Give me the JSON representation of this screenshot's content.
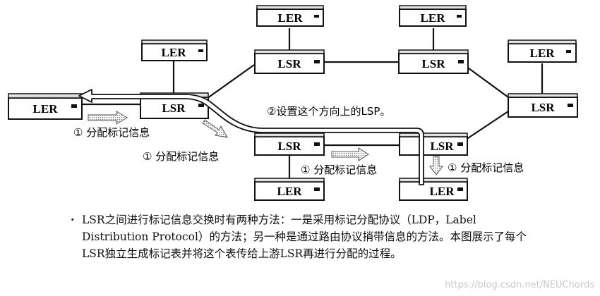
{
  "routers": {
    "ler_left": "LER",
    "lsr_left": "LSR",
    "ler_above_left": "LER",
    "lsr_top_a": "LSR",
    "ler_top_a": "LER",
    "lsr_top_b": "LSR",
    "ler_top_b": "LER",
    "ler_right_top": "LER",
    "lsr_right": "LSR",
    "lsr_mid": "LSR",
    "ler_bottom_mid": "LER",
    "lsr_mid_right": "LSR",
    "ler_bottom_right": "LER"
  },
  "annotations": {
    "set_lsp": "②设置这个方向上的LSP。",
    "distribute_1": "① 分配标记信息",
    "distribute_2": "① 分配标记信息",
    "distribute_3": "① 分配标记信息",
    "distribute_4": "① 分配标记信息"
  },
  "caption": {
    "bullet": "·",
    "text": "LSR之间进行标记信息交换时有两种方法：一是采用标记分配协议（LDP，Label Distribution Protocol）的方法；另一种是通过路由协议捎带信息的方法。本图展示了每个LSR独立生成标记表并将这个表传给上游LSR再进行分配的过程。"
  },
  "watermark": "https://blog.csdn.net/NEUChords"
}
